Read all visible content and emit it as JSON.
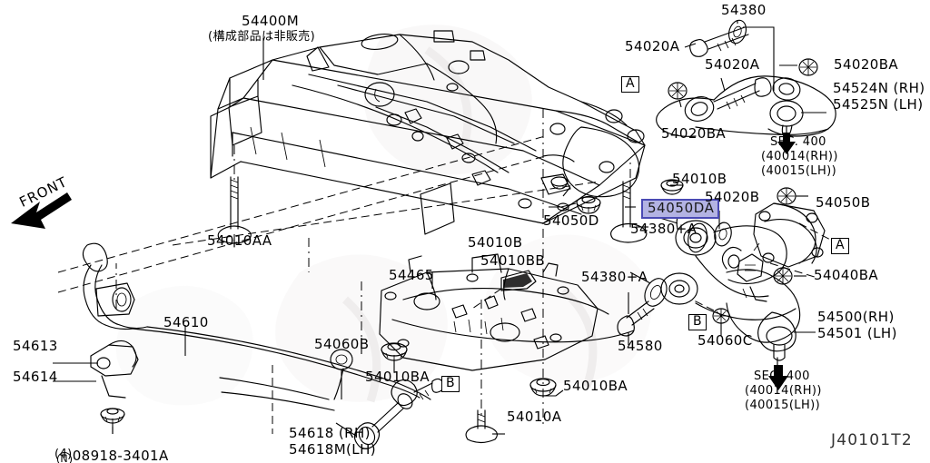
{
  "diagram": {
    "code": "J40101T2",
    "front_arrow_label": "FRONT",
    "section_refs": {
      "upper": [
        "SEC. 400",
        "(40014(RH))",
        "(40015(LH))"
      ],
      "lower": [
        "SEC. 400",
        "(40014(RH))",
        "(40015(LH))"
      ]
    },
    "callout_markers": [
      "A",
      "A",
      "B",
      "B"
    ],
    "highlight_color": "#b3b3e3",
    "highlight_border": "#4a4ab4"
  },
  "labels": {
    "member_main": "54400M",
    "member_note_jp": "(構成部品は非販売)",
    "bolt_54010AA": "54010AA",
    "nut_54010B": "54010B",
    "bracket_54010BB": "54010BB",
    "washer_54050D": "54050D",
    "stay_54465": "54465",
    "bushing_54060B": "54060B",
    "nut_54010BA_left": "54010BA",
    "nut_54010BA_right": "54010BA",
    "bolt_54010A": "54010A",
    "stabilizer_54610": "54610",
    "bushing_54613": "54613",
    "clamp_54614": "54614",
    "nut_08918": "08918-3401A",
    "nut_08918_qty": "(4)",
    "link_54618_rh": "54618 (RH)",
    "link_54618_lh": "54618M(LH)",
    "bolt_54380": "54380",
    "bolt_54020A_upper": "54020A",
    "bolt_54020A_lower": "54020A",
    "nut_54020BA_upper": "54020BA",
    "nut_54020BA_lower": "54020BA",
    "arm_54524N_rh": "54524N (RH)",
    "arm_54525N_lh": "54525N (LH)",
    "highlight_54050DA": "54050DA",
    "bolt_54380A_upper": "54380+A",
    "bolt_54380A_lower": "54380+A",
    "bush_54020B": "54020B",
    "nut_54050B": "54050B",
    "nut_54040BA": "54040BA",
    "bolt_54580": "54580",
    "nut_54060C": "54060C",
    "arm_54500_rh": "54500(RH)",
    "arm_54501_lh": "54501 (LH)"
  }
}
